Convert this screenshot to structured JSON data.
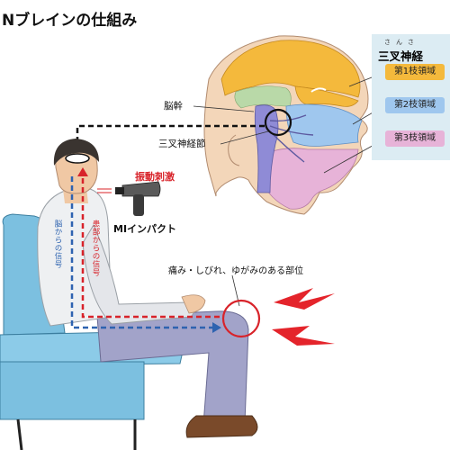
{
  "title": "Nブレインの仕組み",
  "legend": {
    "ruby": "さんさ",
    "heading": "三叉神経",
    "branches": [
      "第1枝領域",
      "第2枝領域",
      "第3枝領域"
    ]
  },
  "labels": {
    "brainstem": "脳幹",
    "trigeminal_ganglion": "三叉神経節",
    "vibration": "振動刺激",
    "device": "MIインパクト",
    "pain_site": "痛み・しびれ、ゆがみのある部位",
    "signal_from_affected": "患部からの信号",
    "signal_from_brain": "脳からの信号"
  },
  "colors": {
    "branch1": "#f4b93c",
    "branch2": "#9fc7ee",
    "branch3": "#e7b3d8",
    "signal_red": "#d8232a",
    "signal_blue": "#2e63b0",
    "chair": "#7cc0e0",
    "legend_bg": "#dcecf3"
  }
}
